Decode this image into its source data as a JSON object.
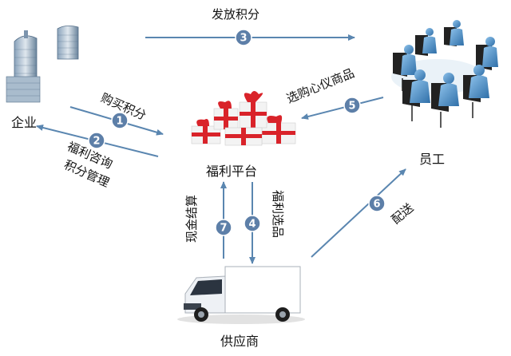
{
  "nodes": {
    "enterprise": "企业",
    "employee": "员工",
    "platform": "福利平台",
    "supplier": "供应商"
  },
  "flows": [
    {
      "step": "1",
      "label": "购买积分"
    },
    {
      "step": "2",
      "label_line1": "福利咨询",
      "label_line2": "积分管理"
    },
    {
      "step": "3",
      "label": "发放积分"
    },
    {
      "step": "4",
      "label": "福利选品"
    },
    {
      "step": "5",
      "label": "选购心仪商品"
    },
    {
      "step": "6",
      "label": "配送"
    },
    {
      "step": "7",
      "label": "现金结算"
    }
  ],
  "colors": {
    "arrow": "#5a86b0",
    "badge_fill": "#5d7fa8",
    "badge_stroke": "#ffffff",
    "badge_text": "#ffffff",
    "ribbon": "#d9232a",
    "box": "#f3f3f3",
    "truck_body": "#ffffff",
    "truck_cab": "#eef1f5",
    "employee_figure": "#4a8fc8",
    "chair": "#222222",
    "building": "#6f8aa6"
  },
  "icons": {
    "enterprise": "office-buildings-icon",
    "employee": "meeting-figures-icon",
    "platform": "gift-boxes-icon",
    "supplier": "delivery-truck-icon"
  }
}
